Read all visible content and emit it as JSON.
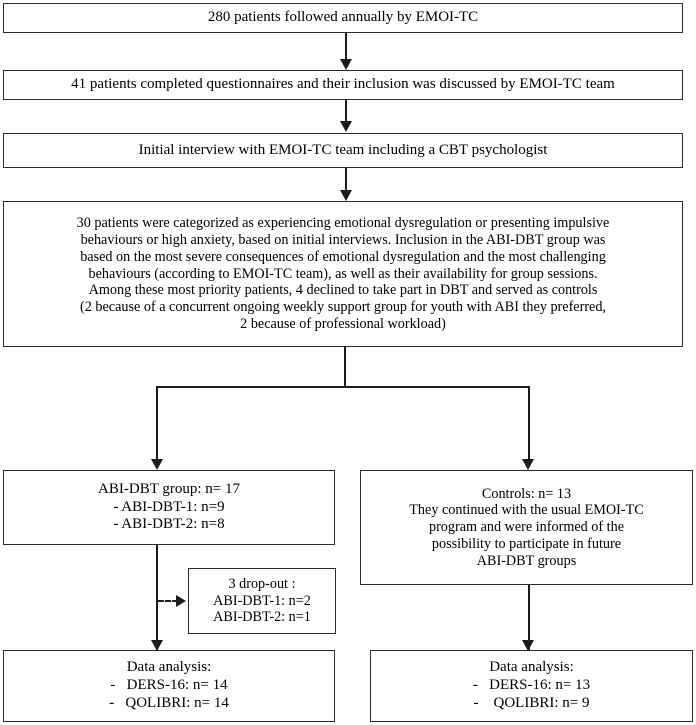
{
  "diagram": {
    "title": "Study flow diagram",
    "type": "flowchart",
    "nodes": {
      "screened": {
        "lines": [
          "280 patients followed annually by EMOI-TC"
        ]
      },
      "questionnaires": {
        "lines": [
          "41 patients completed questionnaires and their inclusion was discussed by EMOI-TC team"
        ]
      },
      "interview": {
        "lines": [
          "Initial interview with EMOI-TC team including a CBT psychologist"
        ]
      },
      "categorized": {
        "lines": [
          "30 patients were categorized as experiencing emotional dysregulation or presenting impulsive",
          "behaviours or high anxiety, based on initial interviews. Inclusion in the ABI-DBT group was",
          "based on the most severe consequences of emotional dysregulation and the most challenging",
          "behaviours (according to EMOI-TC team), as well as their availability for group sessions.",
          "Among these most priority patients, 4 declined to take part in DBT and served as controls",
          "(2 because of a concurrent ongoing weekly support group for youth with ABI they preferred,",
          "2 because of professional workload)"
        ]
      },
      "abi_dbt_group": {
        "lines": [
          "ABI-DBT group: n= 17",
          "- ABI-DBT-1: n=9",
          "- ABI-DBT-2: n=8"
        ]
      },
      "controls": {
        "lines": [
          "Controls: n= 13",
          "They continued with the usual EMOI-TC",
          "program and were informed of the",
          "possibility to participate in future",
          "ABI-DBT groups"
        ]
      },
      "dropout": {
        "lines": [
          "3 drop-out :",
          "ABI-DBT-1: n=2",
          "ABI-DBT-2: n=1"
        ]
      },
      "analysis_left": {
        "lines": [
          "Data analysis:",
          "-   DERS-16: n= 14",
          "-   QOLIBRI: n= 14"
        ]
      },
      "analysis_right": {
        "lines": [
          "Data analysis:",
          "-   DERS-16: n= 13",
          "-    QOLIBRI: n= 9"
        ]
      }
    },
    "colors": {
      "border": "#2b2b2b",
      "connector": "#1c1c1c",
      "background": "#ffffff",
      "text": "#000000"
    }
  }
}
